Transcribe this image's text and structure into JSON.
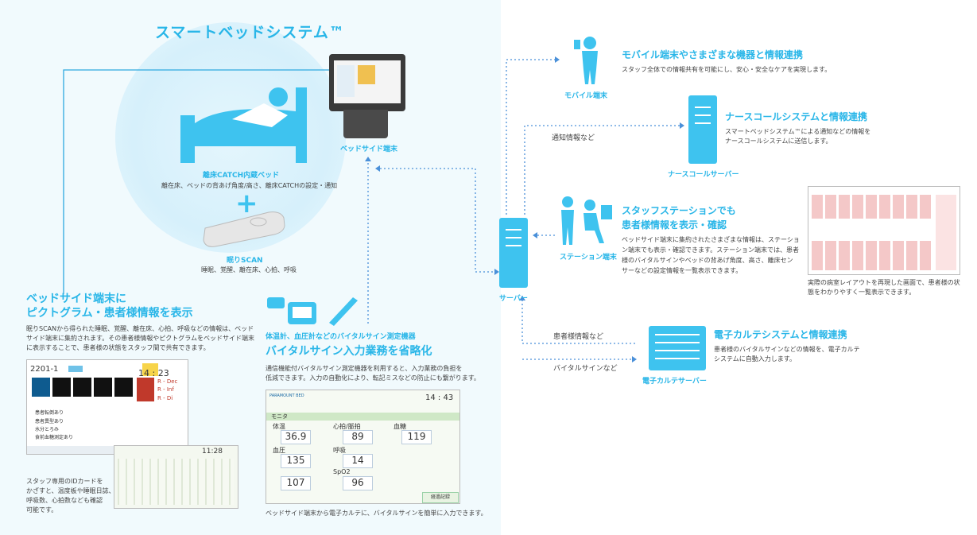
{
  "title": "スマートベッドシステム™",
  "bed": {
    "label": "離床CATCH内蔵ベッド",
    "desc": "離在床、ベッドの背あげ角度/高さ、離床CATCHの設定・通知"
  },
  "plus": "+",
  "scan": {
    "label": "眠りSCAN",
    "desc": "睡眠、覚醒、離在床、心拍、呼吸"
  },
  "bedside": {
    "label": "ベッドサイド端末"
  },
  "pictogram": {
    "heading_line1": "ベッドサイド端末に",
    "heading_line2": "ピクトグラム・患者様情報を表示",
    "body_line1": "眠りSCANから得られた睡眠、覚醒、離在床、心拍、呼吸などの情報は、ベッド",
    "body_line2": "サイド端末に集約されます。その患者様情報やピクトグラムをベッドサイド端末",
    "body_line3": "に表示することで、患者様の状態をスタッフ間で共有できます。",
    "screen": {
      "room": "2201-1",
      "time": "14 : 23",
      "red1": "R - Dec",
      "red2": "R - Inf",
      "red3": "R - Di",
      "row1": "患者転倒あり",
      "row2": "患者異型あり",
      "row3": "水分とろみ",
      "row4": "食前血糖測定あり",
      "time2": "11:28"
    },
    "id_line1": "スタッフ専用のIDカードを",
    "id_line2": "かざすと、温度板や睡眠日誌、",
    "id_line3": "呼吸数、心拍数なども確認",
    "id_line4": "可能です。"
  },
  "vital": {
    "device_label": "体温計、血圧計などのバイタルサイン測定機器",
    "heading": "バイタルサイン入力業務を省略化",
    "body_line1": "通信機能付バイタルサイン測定機器を利用すると、入力業務の負担を",
    "body_line2": "低減できます。入力の自動化により、転記ミスなどの防止にも繋がります。",
    "caption": "ベッドサイド端末から電子カルテに、バイタルサインを簡単に入力できます。",
    "screen": {
      "brand": "PARAMOUNT BED",
      "time": "14 : 43",
      "monitor": "モニタ",
      "temp_label": "体温",
      "temp": "36.9",
      "pulse_label": "心拍/脈拍",
      "pulse": "89",
      "glucose_label": "血糖",
      "glucose": "119",
      "bp_label": "血圧",
      "bp_high": "135",
      "bp_low": "107",
      "resp_label": "呼吸",
      "resp": "14",
      "spo2_label": "SpO2",
      "spo2": "96",
      "save": "経過記録"
    }
  },
  "server": {
    "label": "サーバー"
  },
  "mobile": {
    "label": "モバイル端末",
    "heading": "モバイル端末やさまざまな機器と情報連携",
    "body": "スタッフ全体での情報共有を可能にし、安心・安全なケアを実現します。"
  },
  "nurse": {
    "arrow_label": "通知情報など",
    "server_label": "ナースコールサーバー",
    "heading": "ナースコールシステムと情報連携",
    "body_line1": "スマートベッドシステム™による通知などの情報を",
    "body_line2": "ナースコールシステムに送信します。"
  },
  "station": {
    "label": "ステーション端末",
    "heading_line1": "スタッフステーションでも",
    "heading_line2": "患者様情報を表示・確認",
    "body_line1": "ベッドサイド端末に集約されたさまざまな情報は、ステーショ",
    "body_line2": "ン端末でも表示・確認できます。ステーション端末では、患者",
    "body_line3": "様のバイタルサインやベッドの背あげ角度、高さ、離床セン",
    "body_line4": "サーなどの設定情報を一覧表示できます。",
    "caption_line1": "実際の病室レイアウトを再現した画面で、患者様の状",
    "caption_line2": "態をわかりやすく一覧表示できます。"
  },
  "emr": {
    "arrow_label1": "患者様情報など",
    "arrow_label2": "バイタルサインなど",
    "server_label": "電子カルテサーバー",
    "heading": "電子カルテシステムと情報連携",
    "body_line1": "患者様のバイタルサインなどの情報を、電子カルテ",
    "body_line2": "システムに自動入力します。"
  }
}
